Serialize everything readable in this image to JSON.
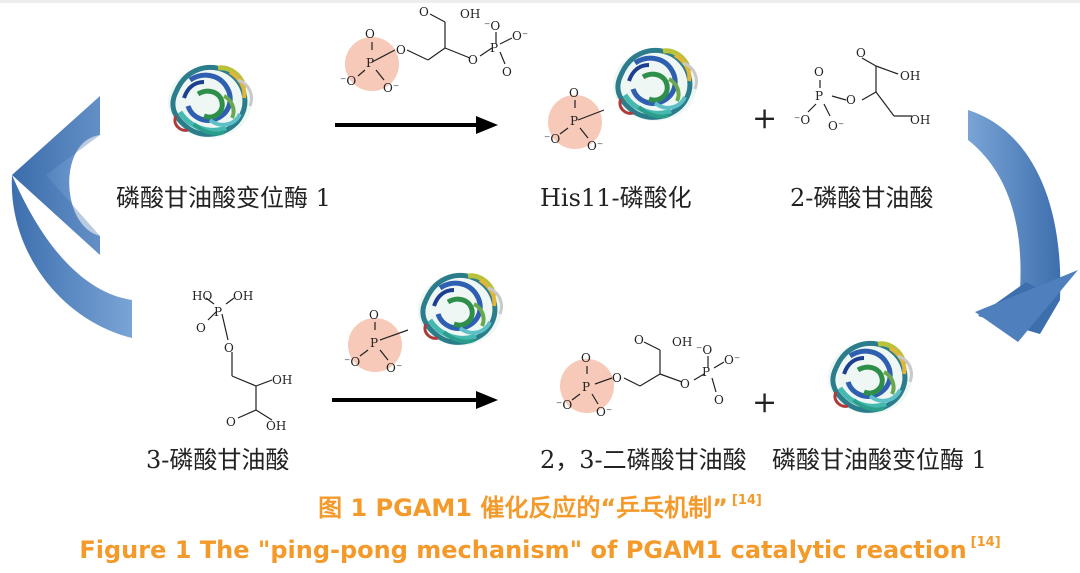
{
  "labels": {
    "enzyme_top": "磷酸甘油酸变位酶 1",
    "his11": "His11-磷酸化",
    "pg2": "2-磷酸甘油酸",
    "pg3": "3-磷酸甘油酸",
    "bpg": "2，3-二磷酸甘油酸",
    "enzyme_bottom": "磷酸甘油酸变位酶 1"
  },
  "chem_text": {
    "oh": "OH",
    "ho": "HO",
    "o": "O",
    "ominus": "O⁻",
    "minuso": "⁻O",
    "p": "P",
    "plus": "+"
  },
  "caption": {
    "cn": "图 1  PGAM1 催化反应的“乒乓机制”",
    "en": "Figure 1  The \"ping-pong mechanism\" of PGAM1 catalytic reaction",
    "ref": "[14]"
  },
  "colors": {
    "caption": "#f39a2a",
    "phosphate_highlight": "#f6c9b8",
    "cycle_arrow": "#4f80bd",
    "reaction_arrow": "#000000"
  }
}
